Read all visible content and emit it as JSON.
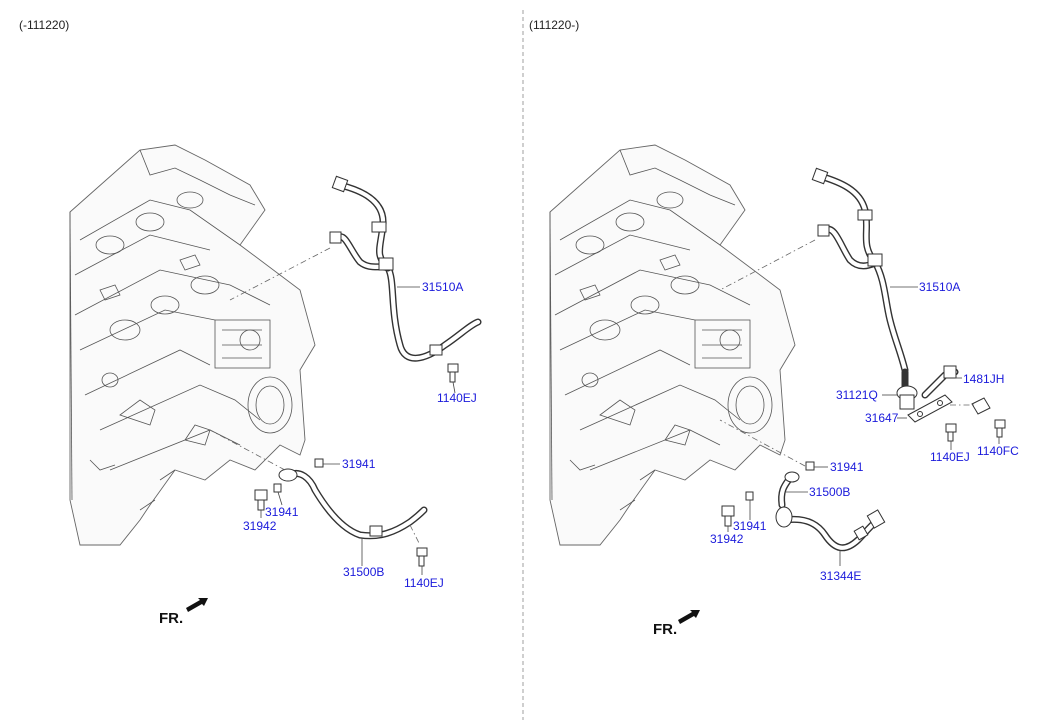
{
  "panels": [
    {
      "id": "left",
      "label": "(-111220)",
      "fr_label": "FR.",
      "callouts": {
        "hose_upper": "31510A",
        "bolt_upper": "1140EJ",
        "gasket_a": "31941",
        "gasket_b": "31941",
        "bolt_eye": "31942",
        "hose_lower": "31500B",
        "bolt_lower": "1140EJ"
      }
    },
    {
      "id": "right",
      "label": "(111220-)",
      "fr_label": "FR.",
      "callouts": {
        "hose_upper": "31510A",
        "connector": "31121Q",
        "clip": "1481JH",
        "bracket": "31647",
        "bolt_bracket": "1140EJ",
        "bolt_clip": "1140FC",
        "gasket_a": "31941",
        "hose_short": "31500B",
        "gasket_b": "31941",
        "bolt_eye": "31942",
        "hose_lower": "31344E"
      }
    }
  ]
}
